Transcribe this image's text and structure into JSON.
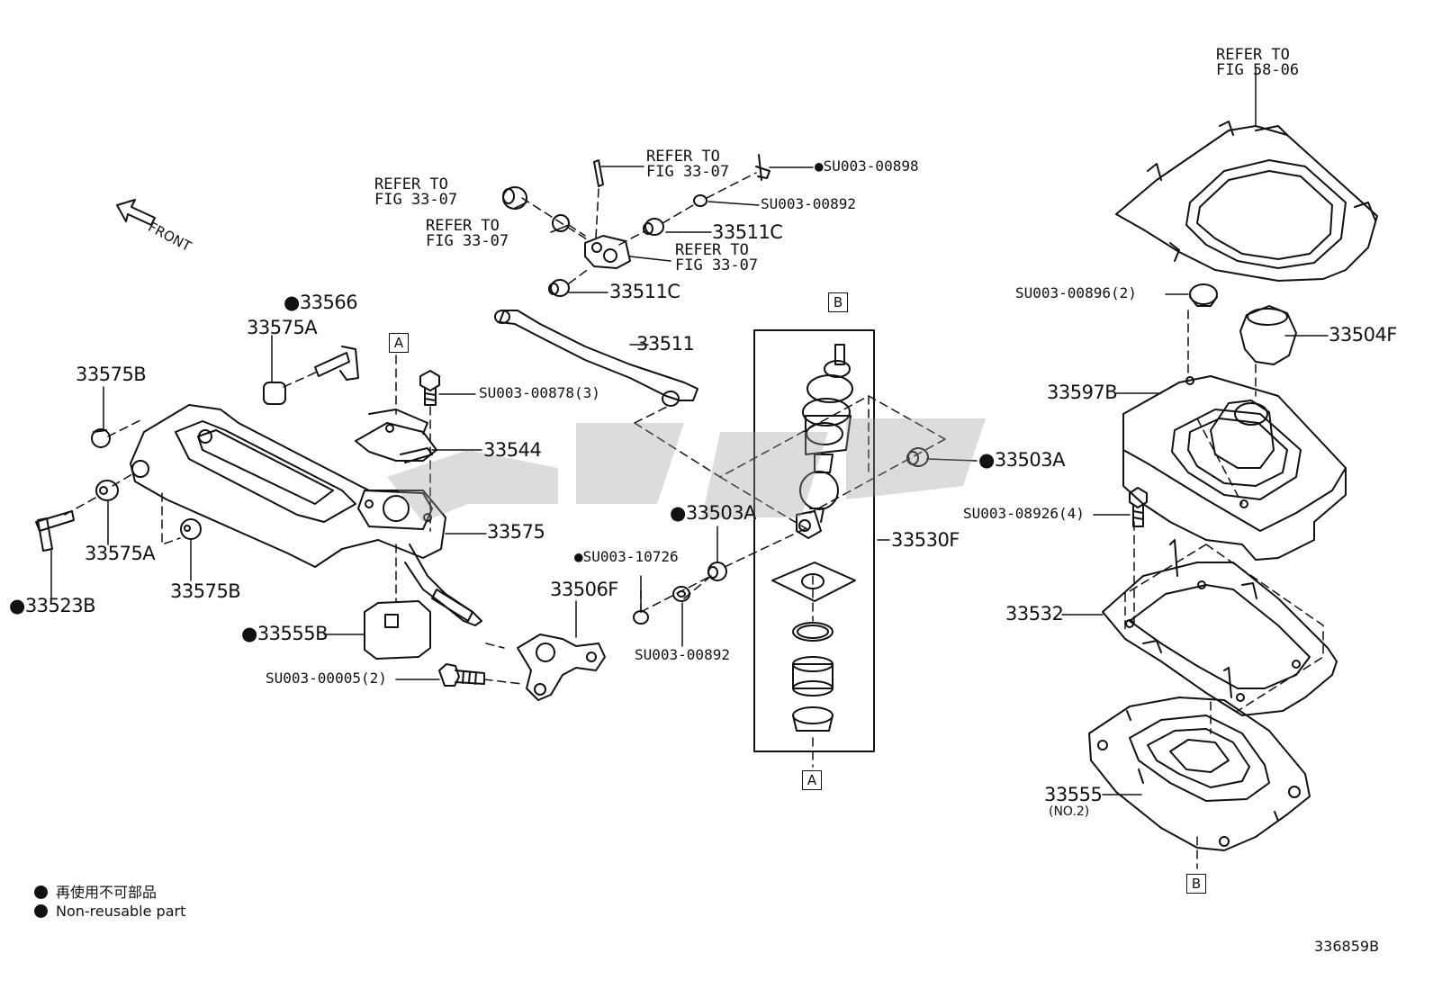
{
  "labels": {
    "p33566": "●33566",
    "p33575A_top": "33575A",
    "p33575B_top": "33575B",
    "p33575A_bot": "33575A",
    "p33575B_bot": "33575B",
    "p33523B": "●33523B",
    "p33555B": "●33555B",
    "p33544": "33544",
    "p33575": "33575",
    "p33511": "33511",
    "p33511C_a": "33511C",
    "p33511C_b": "33511C",
    "p33506F": "33506F",
    "p33503A_mid": "●33503A",
    "p33503A_right": "●33503A",
    "p33530F": "33530F",
    "p33504F": "33504F",
    "p33597B": "33597B",
    "p33532": "33532",
    "p33555": "33555",
    "p33555_no2": "(NO.2)",
    "su00878": "SU003-00878(3)",
    "su00005": "SU003-00005(2)",
    "su10726": "●SU003-10726",
    "su00892_a": "SU003-00892",
    "su00892_b": "SU003-00892",
    "su00898": "●SU003-00898",
    "su00896": "SU003-00896(2)",
    "su08926": "SU003-08926(4)",
    "ref_a": "REFER TO\nFIG 33-07",
    "ref_b": "REFER TO\nFIG 33-07",
    "ref_c": "REFER TO\nFIG 33-07",
    "ref_d": "REFER TO\nFIG 33-07",
    "ref_e": "REFER TO\nFIG 58-06",
    "front": "FRONT",
    "box_a1": "A",
    "box_a2": "A",
    "box_b1": "B",
    "box_b2": "B"
  },
  "legend": {
    "line1": "再使用不可部品",
    "line2": "Non-reusable part"
  },
  "figure_number": "336859B"
}
